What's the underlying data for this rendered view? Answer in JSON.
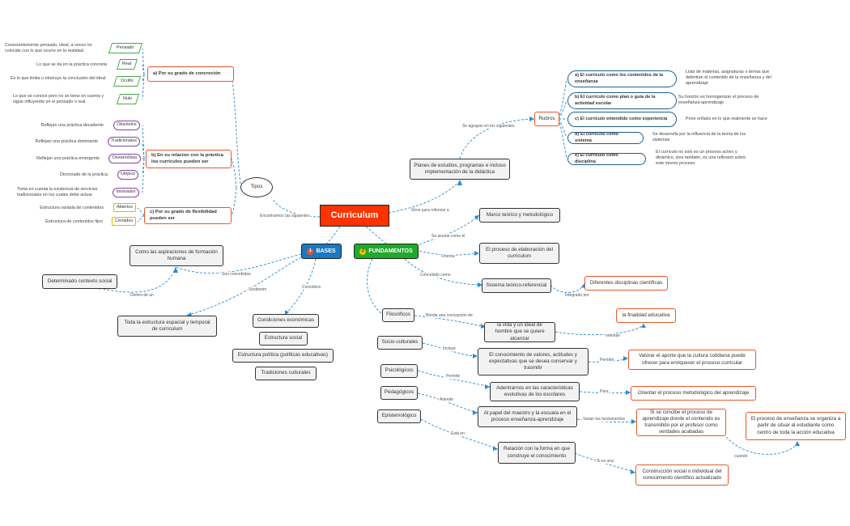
{
  "root": "Curriculum",
  "bases": {
    "num": "1",
    "label": "BASES"
  },
  "fund": {
    "num": "2",
    "label": "FUNDAMENTOS"
  },
  "top": {
    "planes": "Planes de estudios, programas e incluso implementación de la didáctica",
    "rubros": "Rubros",
    "tipos": "Tipos",
    "l_sirve": "Sirve para referirse a",
    "l_agrupan": "Se agrupan en los siguientes",
    "l_encontramos": "Encontramos (as siguientes"
  },
  "rubros_items": [
    {
      "label": "a) El curriculo como los contenidos de la enseñanza",
      "desc": "Lista de materias, asignaturas o temas que delimitan el contenido de la enseñanza y de! aprendizaje"
    },
    {
      "label": "b) El curriculo como plan o guia de la actividad escolar",
      "desc": "Su función es homogenizar el proceso de enseñanza-aprendizaje"
    },
    {
      "label": "c) El curriculo entendido como experiencia",
      "desc": "Pone enfasis en lo que realmente se hace"
    },
    {
      "label": "d) El curriculo como sistema",
      "desc": "Se desarrolla por la influencia de la teoria de los sistemas"
    },
    {
      "label": "e) El curriculo como disciplina",
      "desc": "El curriculo no solo es un proceso activo y dinámico, sino también, es una reflexion sobre este mismo proceso."
    }
  ],
  "tipos_groups": {
    "a": "a) Por su grado de concreción",
    "b": "b) En su relacion con la práctica los curriculos pueden ser",
    "c": "c) Por su grado de flexibilidad pueden ser"
  },
  "concrecion": [
    {
      "tag": "Pensado",
      "desc": "Conscientemente pensado, ideal, a veces no coincide con lo que ocurre en la realidad."
    },
    {
      "tag": "Real",
      "desc": "Lo que se da en la práctica concreta"
    },
    {
      "tag": "Oculto",
      "desc": "Es lo que limita u obstruye la conclusión del ideal"
    },
    {
      "tag": "Nulo",
      "desc": "Lo que se conoce pero no se tiene en cuenta y sigue influyendo en el pensado o real."
    }
  ],
  "practica": [
    {
      "tag": "Obsoletos",
      "desc": "Reflejan una práctica decadente"
    },
    {
      "tag": "Tradicionales",
      "desc": "Reflejan una práctica dominante"
    },
    {
      "tag": "Desarrollista",
      "desc": "Reflejan una práctica emergente"
    },
    {
      "tag": "Utópico",
      "desc": "Divorciado de la práctica"
    },
    {
      "tag": "Innovador",
      "desc": "Toma en cuenta la existencia de servicios tradicionales en los cuales debe actuar"
    }
  ],
  "flexibilidad": [
    {
      "tag": "Abiertos",
      "desc": "Estructura variada de contenidos"
    },
    {
      "tag": "Cerrados",
      "desc": "Estructura de contenidos fijos"
    }
  ],
  "bases_nodes": {
    "aspiraciones": "Como las aspiraciones de formación humana",
    "contexto": "Determinado contexto social",
    "estructura": "Toda la estructura espacial y temporal de curriculum",
    "cond": "Condiciones económicas",
    "social": "Estructura social",
    "politica": "Estructura política (políticas educativas)",
    "trad": "Tradiciones culturales",
    "l_son": "Son concebidas",
    "l_dentro": "Dentro de un",
    "l_sostienen": "Sostienen",
    "l_considera": "Considera"
  },
  "fund_nodes": {
    "marco": "Marco teórico  y metodológico",
    "proceso": "El proceso de elaboración del curriculum",
    "sistema": "Sistema teórico-referencial",
    "disciplinas": "Diferentes disciplinas científicas",
    "l_asume": "Se asume como el",
    "l_orienta": "Orienta",
    "l_concebido": "Concebido como",
    "l_integrado": "Integrado por"
  },
  "fund_rows": [
    {
      "src": "Filosóficos",
      "l1": "Brinda una concepción de",
      "mid": "la vida y un ideal de hombre que se quiere alcanzar",
      "l2": "orientan",
      "end": "la finalidad educativa"
    },
    {
      "src": "Socio-culturales",
      "l1": "Incluye",
      "mid": "El conocimiento de valores, actitudes y expectativas que se desea conservar y trasmitir",
      "l2": "Permite",
      "end": "Valorar el aporte que la cultura cotidiana puede ofrecer para enriquecer el proceso curricular"
    },
    {
      "src": "Psicológicos",
      "l1": "Permite",
      "mid": "Adentrarnos en las caracteristicas evolutivas de los escolares",
      "l2": "Para",
      "end": "Orientar el proceso metodológico del aprendizaje"
    },
    {
      "src": "Pedagógicos",
      "l1": "Atiende",
      "mid": "Al papel del maestro y la escuela en el proceso enseñanza-aprendizaje",
      "l2": "Varian los fundamentos",
      "end": "Si se concibe el proceso de aprendizaje donde el contenido es transmitido por el profesor como verdades acabadas"
    },
    {
      "src": "Epistemológico",
      "l1": "Está en",
      "mid": "Relación con la forma en que construye el conocimiento",
      "l2": "Si es una",
      "end": "Construcción social o individual del conocimiento científico actualizado"
    }
  ],
  "extra": {
    "cuando": "cuando",
    "alt": "El proceso de enseñanza se organiza a partir de situar al estudiante como centro de toda la acción educativa"
  },
  "colors": {
    "root": "#ff3300",
    "bases": "#1a78c2",
    "fund": "#1faa2a",
    "link": "#2a8ad4"
  }
}
